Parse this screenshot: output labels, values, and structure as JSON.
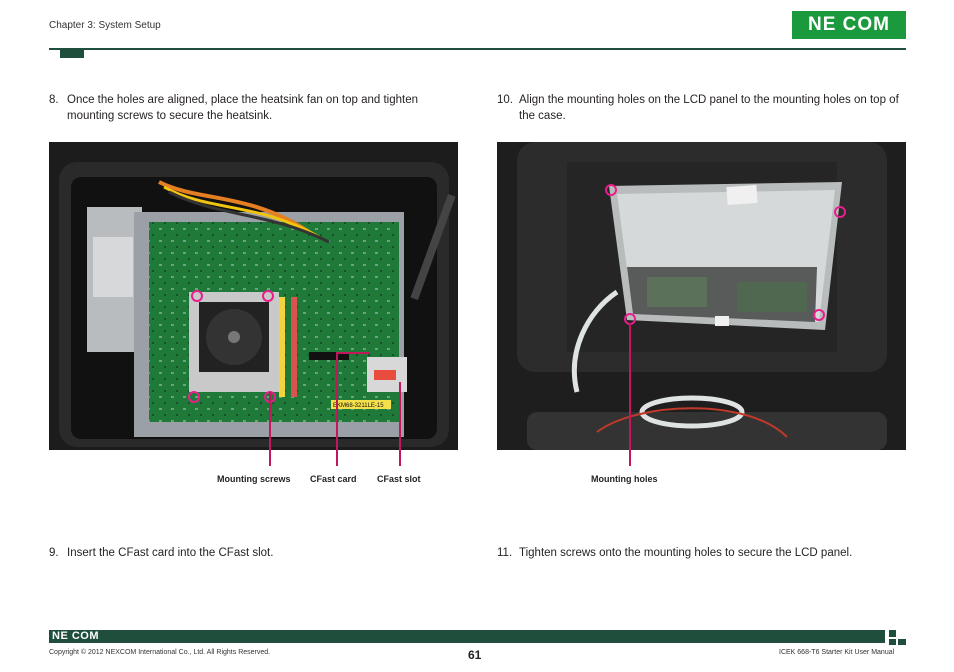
{
  "header": {
    "chapter": "Chapter 3: System Setup",
    "logo": "NE COM"
  },
  "steps": {
    "s8": {
      "num": "8.",
      "text": "Once the holes are aligned, place the heatsink fan on top and tighten mounting screws to secure the heatsink."
    },
    "s9": {
      "num": "9.",
      "text": "Insert the CFast card into the CFast slot."
    },
    "s10": {
      "num": "10.",
      "text": "Align the mounting holes on the LCD panel to the mounting holes on top of the case."
    },
    "s11": {
      "num": "11.",
      "text": "Tighten screws onto the mounting holes to secure the LCD panel."
    }
  },
  "callouts": {
    "mounting_screws": "Mounting screws",
    "cfast_card": "CFast card",
    "cfast_slot": "CFast slot",
    "mounting_holes": "Mounting holes"
  },
  "photos": {
    "board_label": "EKM68-3211LE-15"
  },
  "footer": {
    "logo": "NE COM",
    "copyright": "Copyright © 2012 NEXCOM International Co., Ltd. All Rights Reserved.",
    "page": "61",
    "manual": "ICEK 668-T6 Starter Kit User Manual"
  },
  "colors": {
    "brand_green": "#1a9a3c",
    "rule_dark_green": "#1f4e3d",
    "callout_magenta": "#c2185b"
  }
}
